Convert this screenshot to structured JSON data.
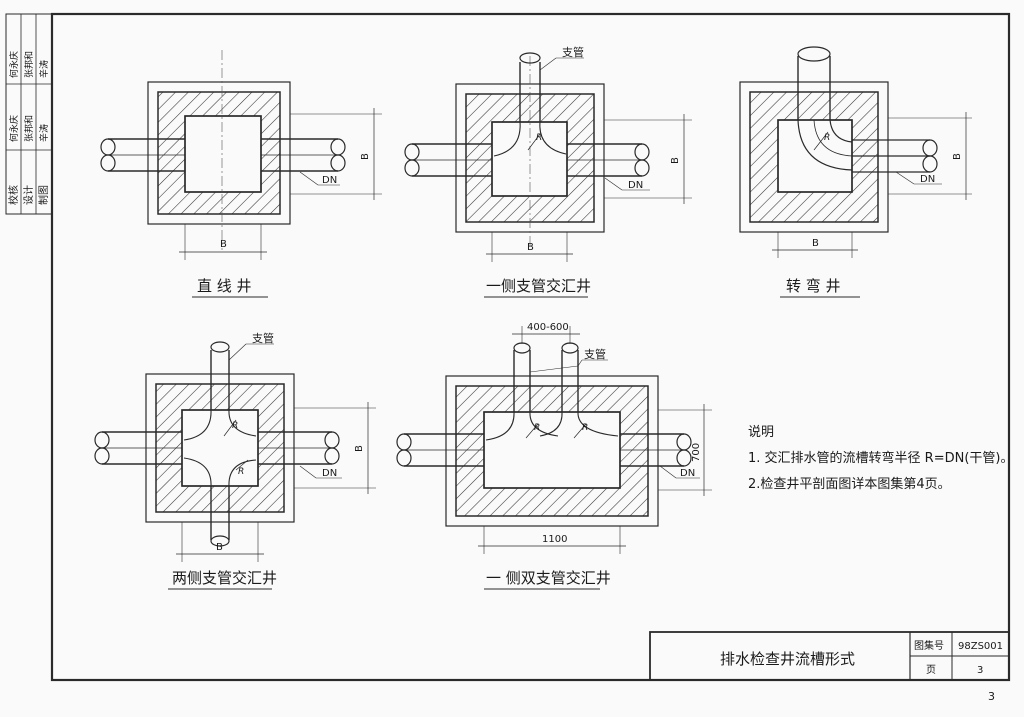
{
  "side_stamp": {
    "column_labels": [
      "校核",
      "设计",
      "制图"
    ],
    "row_a": [
      "何永庆",
      "张邦和",
      "辛涛"
    ],
    "row_b": [
      "何永庆",
      "张邦和",
      "辛涛"
    ]
  },
  "diagrams": {
    "straight": {
      "caption": "直 线 井",
      "dim_b": "B",
      "dim_dn": "DN"
    },
    "one_side": {
      "caption": "一侧支管交汇井",
      "branch": "支管",
      "dim_b": "B",
      "dim_dn": "DN",
      "radius": "R"
    },
    "bend": {
      "caption": "转 弯 井",
      "dim_b": "B",
      "dim_dn": "DN",
      "radius": "R"
    },
    "two_side": {
      "caption": "两侧支管交汇井",
      "branch": "支管",
      "dim_b": "B",
      "dim_dn": "DN",
      "radius": "R"
    },
    "double_branch": {
      "caption": "一 侧双支管交汇井",
      "branch": "支管",
      "spacing": "400-600",
      "width": "1100",
      "height": "700",
      "dim_dn": "DN",
      "radius": "R"
    }
  },
  "notes": {
    "heading": "说明",
    "items": [
      "1. 交汇排水管的流槽转弯半径 R=DN(干管)。",
      "2.检查井平剖面图详本图集第4页。"
    ]
  },
  "title_block": {
    "title": "排水检查井流槽形式",
    "atlas_label": "图集号",
    "atlas_no": "98ZS001",
    "page_label": "页",
    "page_no": "3"
  },
  "page_number": "3"
}
